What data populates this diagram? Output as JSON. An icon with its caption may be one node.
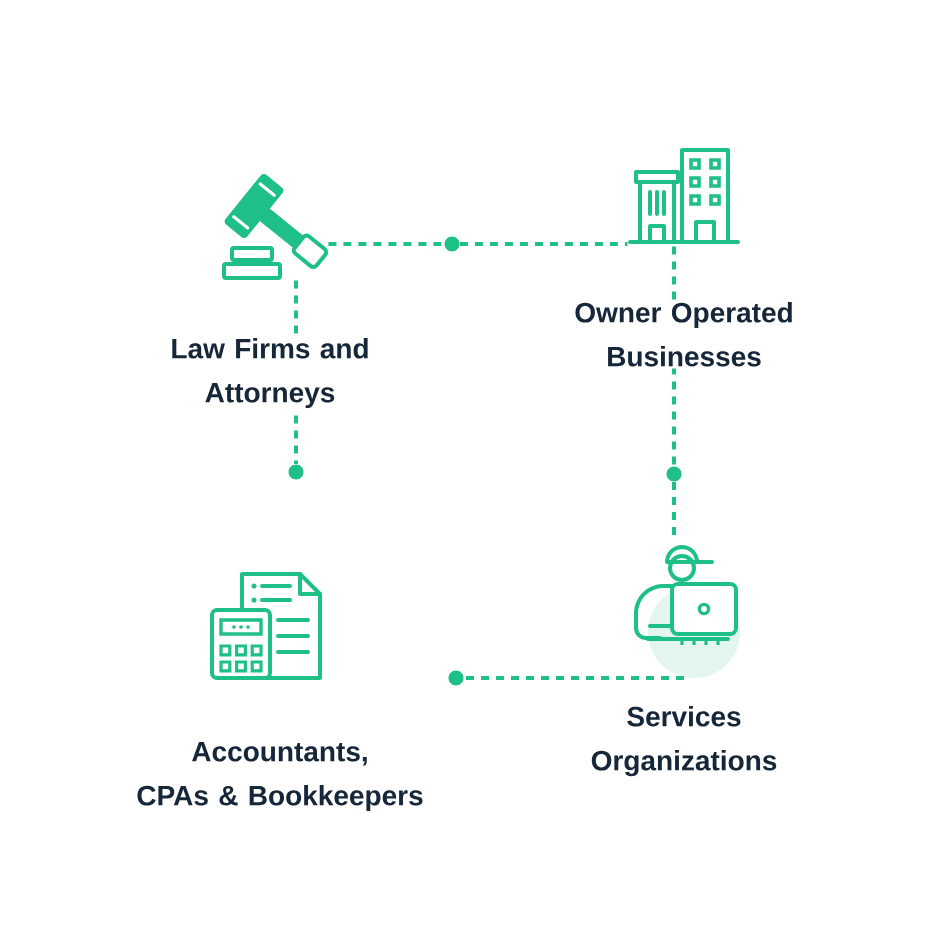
{
  "diagram": {
    "nodes": [
      {
        "text": [],
        "shape": "picture",
        "beside": [
          "Law Firms and Attorneys"
        ]
      },
      {
        "text": [],
        "shape": "circle"
      },
      {
        "text": [],
        "shape": "picture",
        "beside": [
          "Owner Operated Businesses"
        ]
      },
      {
        "text": [],
        "shape": "circle"
      },
      {
        "text": [],
        "shape": "circle"
      },
      {
        "text": [],
        "shape": "picture",
        "beside": [
          "Accountants, CPAs & Bookkeepers"
        ]
      },
      {
        "text": [],
        "shape": "picture",
        "beside": [
          "Services Organizations"
        ]
      },
      {
        "text": [],
        "shape": "circle"
      }
    ],
    "edges": [
      {
        "from": 0,
        "to": 1,
        "arrow": "none",
        "style": "dashed"
      },
      {
        "from": 1,
        "to": 2,
        "arrow": "none",
        "style": "dashed"
      },
      {
        "from": 0,
        "to": 3,
        "arrow": "none",
        "style": "dashed"
      },
      {
        "from": 2,
        "to": 4,
        "arrow": "none",
        "style": "dashed"
      },
      {
        "from": 4,
        "to": 6,
        "arrow": "none",
        "style": "dashed"
      },
      {
        "from": 6,
        "to": 7,
        "arrow": "none",
        "style": "dashed"
      }
    ]
  }
}
